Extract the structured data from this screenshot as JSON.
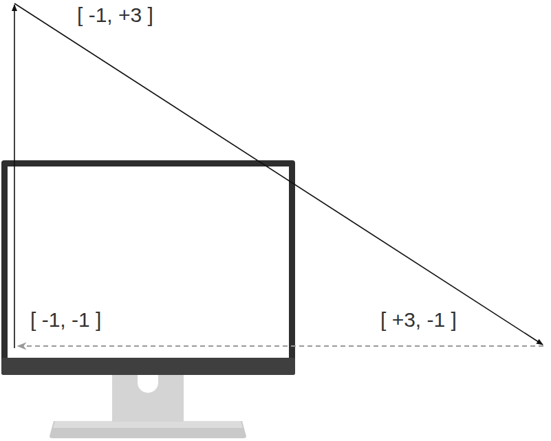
{
  "diagram": {
    "labels": [
      "[ -1, +3 ]",
      "[ -1, -1 ]",
      "[ +3, -1 ]"
    ]
  }
}
